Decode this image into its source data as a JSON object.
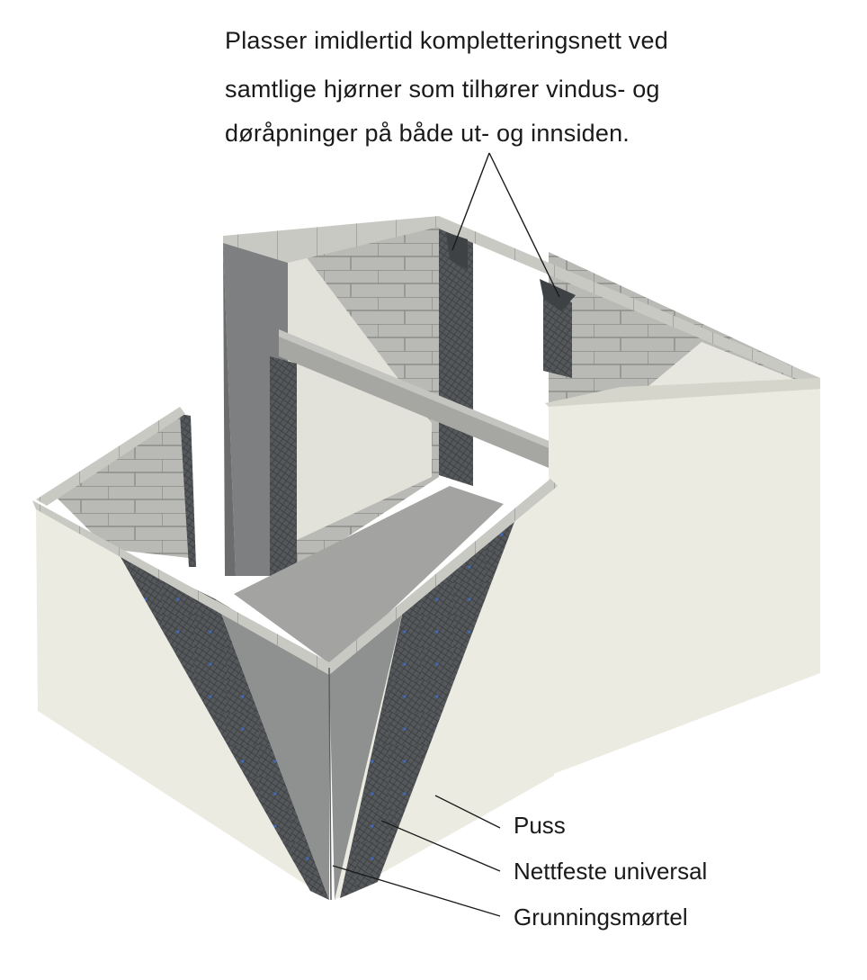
{
  "heading": {
    "lines": [
      "Plasser imidlertid kompletteringsnett ved",
      "samtlige hjørner som tilhører vindus- og",
      "døråpninger på både ut- og innsiden."
    ]
  },
  "labels": {
    "plaster": "Puss",
    "mesh_fixing": "Nettfeste universal",
    "base_mortar": "Grunningsmørtel"
  },
  "colors": {
    "plaster": "#ecebe2",
    "block": "#b9bab6",
    "mesh": "#4e5154",
    "mortar": "#8f9190",
    "dowel": "#3d6cc0"
  }
}
